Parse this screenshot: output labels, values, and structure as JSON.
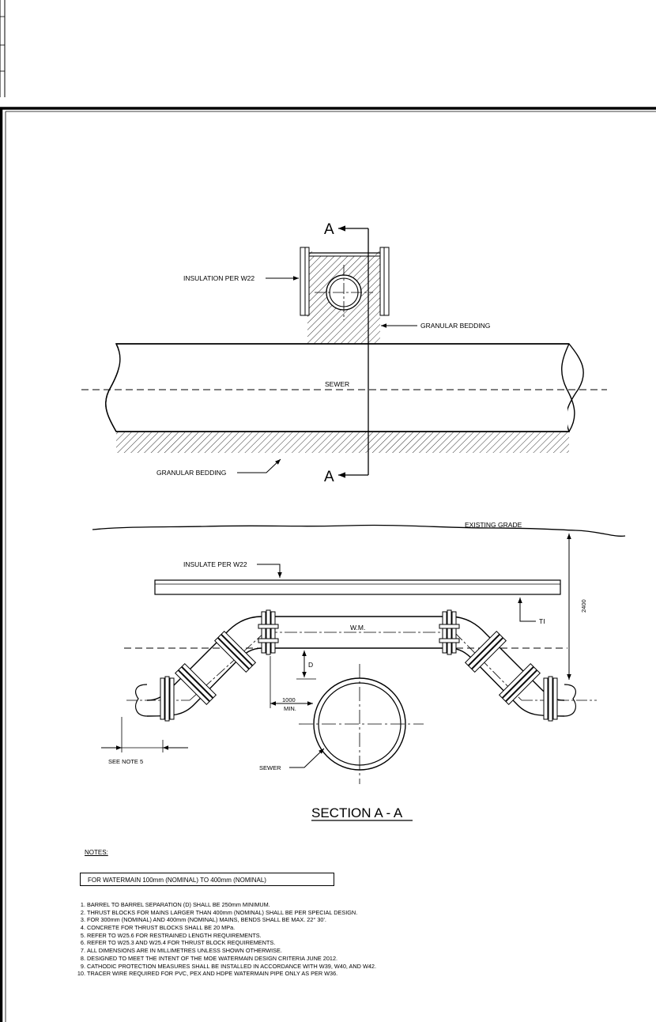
{
  "plan": {
    "insulation_label": "INSULATION PER W22",
    "bedding_top_label": "GRANULAR BEDDING",
    "sewer_label": "SEWER",
    "bedding_bottom_label": "GRANULAR BEDDING",
    "section_mark_top": "A",
    "section_mark_bottom": "A"
  },
  "section": {
    "existing_grade_label": "EXISTING GRADE",
    "insulate_label": "INSULATE PER W22",
    "ti_label": "TI",
    "depth_value": "2400",
    "wm_label": "W.M.",
    "separation_label": "D",
    "clearance_value": "1000",
    "clearance_suffix": "MIN.",
    "see_note_label": "SEE NOTE 5",
    "sewer_label": "SEWER",
    "title": "SECTION A - A"
  },
  "notes": {
    "heading": "NOTES:",
    "scope": "FOR WATERMAIN 100mm (NOMINAL) TO 400mm (NOMINAL)",
    "items": [
      {
        "num": "1.",
        "text": "BARREL TO BARREL SEPARATION (D) SHALL BE 250mm MINIMUM."
      },
      {
        "num": "2.",
        "text": "THRUST BLOCKS FOR MAINS LARGER THAN 400mm (NOMINAL) SHALL BE PER SPECIAL DESIGN."
      },
      {
        "num": "3.",
        "text": "FOR 300mm (NOMINAL) AND 400mm (NOMINAL) MAINS, BENDS SHALL BE MAX. 22° 30'."
      },
      {
        "num": "4.",
        "text": "CONCRETE FOR THRUST BLOCKS SHALL BE 20 MPa."
      },
      {
        "num": "5.",
        "text": "REFER TO W25.6 FOR RESTRAINED LENGTH REQUIREMENTS."
      },
      {
        "num": "6.",
        "text": "REFER TO W25.3 AND W25.4 FOR THRUST BLOCK REQUIREMENTS."
      },
      {
        "num": "7.",
        "text": "ALL DIMENSIONS ARE IN MILLIMETRES UNLESS SHOWN OTHERWISE."
      },
      {
        "num": "8.",
        "text": "DESIGNED TO MEET THE INTENT OF THE MOE WATERMAIN DESIGN CRITERIA JUNE 2012."
      },
      {
        "num": "9.",
        "text": "CATHODIC PROTECTION MEASURES SHALL BE INSTALLED IN ACCORDANCE WITH W39, W40, AND W42."
      },
      {
        "num": "10.",
        "text": "TRACER WIRE REQUIRED FOR PVC, PEX AND HDPE WATERMAIN PIPE ONLY AS PER W36."
      }
    ]
  }
}
